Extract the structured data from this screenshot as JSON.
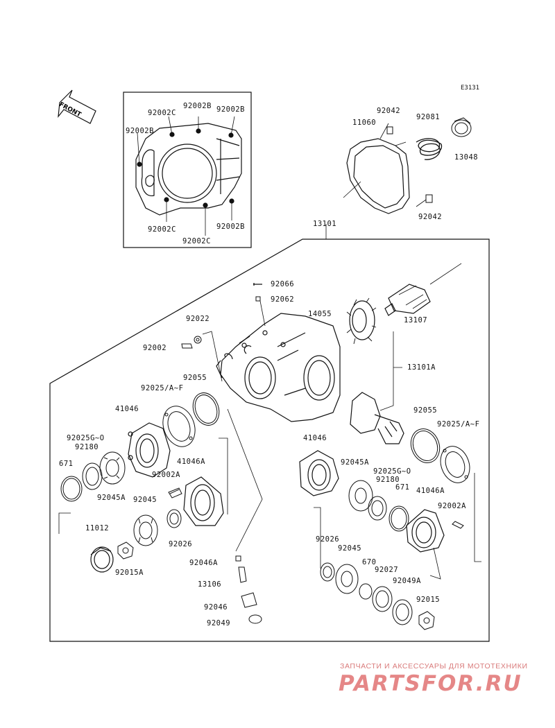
{
  "diagram_code": "E3131",
  "front_arrow": "FRONT",
  "labels": {
    "l92002B_a": "92002B",
    "l92002B_b": "92002B",
    "l92002C_a": "92002C",
    "l92002B_c": "92002B",
    "l92002C_b": "92002C",
    "l92002C_c": "92002C",
    "l92002B_d": "92002B",
    "l92042_a": "92042",
    "l11060": "11060",
    "l92081": "92081",
    "l13048": "13048",
    "l92042_b": "92042",
    "l13101": "13101",
    "l92066": "92066",
    "l92062": "92062",
    "l14055": "14055",
    "l13107": "13107",
    "l92022": "92022",
    "l92002": "92002",
    "l13101A": "13101A",
    "l92055_a": "92055",
    "l92025AF_a": "92025/A~F",
    "l41046_a": "41046",
    "l92025GO_a": "92025G~O",
    "l92180_a": "92180",
    "l671_a": "671",
    "l92045A_a": "92045A",
    "l92045_a": "92045",
    "l41046A_a": "41046A",
    "l92002A_a": "92002A",
    "l11012": "11012",
    "l92015A": "92015A",
    "l92026_a": "92026",
    "l92046A": "92046A",
    "l13106": "13106",
    "l92046": "92046",
    "l92049": "92049",
    "l92055_b": "92055",
    "l92025AF_b": "92025/A~F",
    "l41046_b": "41046",
    "l92045A_b": "92045A",
    "l92025GO_b": "92025G~O",
    "l92180_b": "92180",
    "l671_b": "671",
    "l41046A_b": "41046A",
    "l92002A_b": "92002A",
    "l92026_b": "92026",
    "l92045_b": "92045",
    "l670": "670",
    "l92027": "92027",
    "l92049A": "92049A",
    "l92015": "92015"
  },
  "watermark": {
    "tagline": "ЗАПЧАСТИ И АКСЕССУАРЫ ДЛЯ МОТОТЕХНИКИ",
    "logo": "PARTSFOR.RU"
  }
}
